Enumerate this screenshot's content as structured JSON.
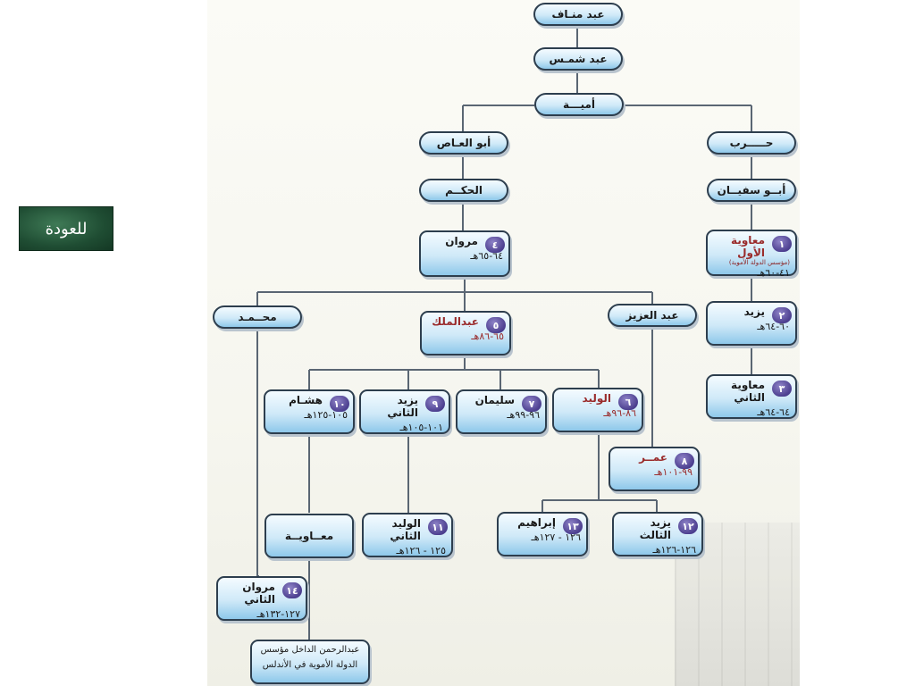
{
  "back_button": {
    "label": "للعودة"
  },
  "ancestors": {
    "abd_manaf": "عبد منـاف",
    "abd_shams": "عبد شمـس",
    "umayya": "أميـــة",
    "abu_al_as": "أبو العـاص",
    "harb": "حـــــرب",
    "al_hakam": "الحكــم",
    "abu_sufyan": "أبــو سفيــان",
    "muhammad": "محــمـد",
    "abd_al_aziz": "عبد العزيز",
    "muawiya_son": "معــاويــة"
  },
  "caliphs": [
    {
      "number": "١",
      "name": "معاوية الأول",
      "note": "(مؤسس الدولة الأموية)",
      "dates": "٤١-٦٠هـ"
    },
    {
      "number": "٢",
      "name": "يزيد",
      "dates": "٦٠-٦٤هـ"
    },
    {
      "number": "٣",
      "name": "معاوية الثاني",
      "dates": "٦٤-٦٤هـ"
    },
    {
      "number": "٤",
      "name": "مروان",
      "dates": "٦٤-٦٥هـ"
    },
    {
      "number": "٥",
      "name": "عبدالملك",
      "dates": "٦٥-٨٦هـ"
    },
    {
      "number": "٦",
      "name": "الوليد",
      "dates": "٨٦-٩٦هـ"
    },
    {
      "number": "٧",
      "name": "سليمان",
      "dates": "٩٦-٩٩هـ"
    },
    {
      "number": "٨",
      "name": "عمــر",
      "dates": "٩٩-١٠١هـ"
    },
    {
      "number": "٩",
      "name": "يزيد الثاني",
      "dates": "١٠١-١٠٥هـ"
    },
    {
      "number": "١٠",
      "name": "هشـام",
      "dates": "١٠٥-١٢٥هـ"
    },
    {
      "number": "١١",
      "name": "الوليد الثاني",
      "dates": "١٢٥ - ١٢٦هـ"
    },
    {
      "number": "١٢",
      "name": "يزيد الثالث",
      "dates": "١٢٦-١٢٦هـ"
    },
    {
      "number": "١٣",
      "name": "إبراهيم",
      "dates": "١٢٦ - ١٢٧هـ"
    },
    {
      "number": "١٤",
      "name": "مروان الثاني",
      "dates": "١٢٧-١٣٢هـ"
    }
  ],
  "founder_andalus": {
    "line1": "عبدالرحمن الداخل مؤسس",
    "line2": "الدولة الأموية في الأندلس"
  }
}
